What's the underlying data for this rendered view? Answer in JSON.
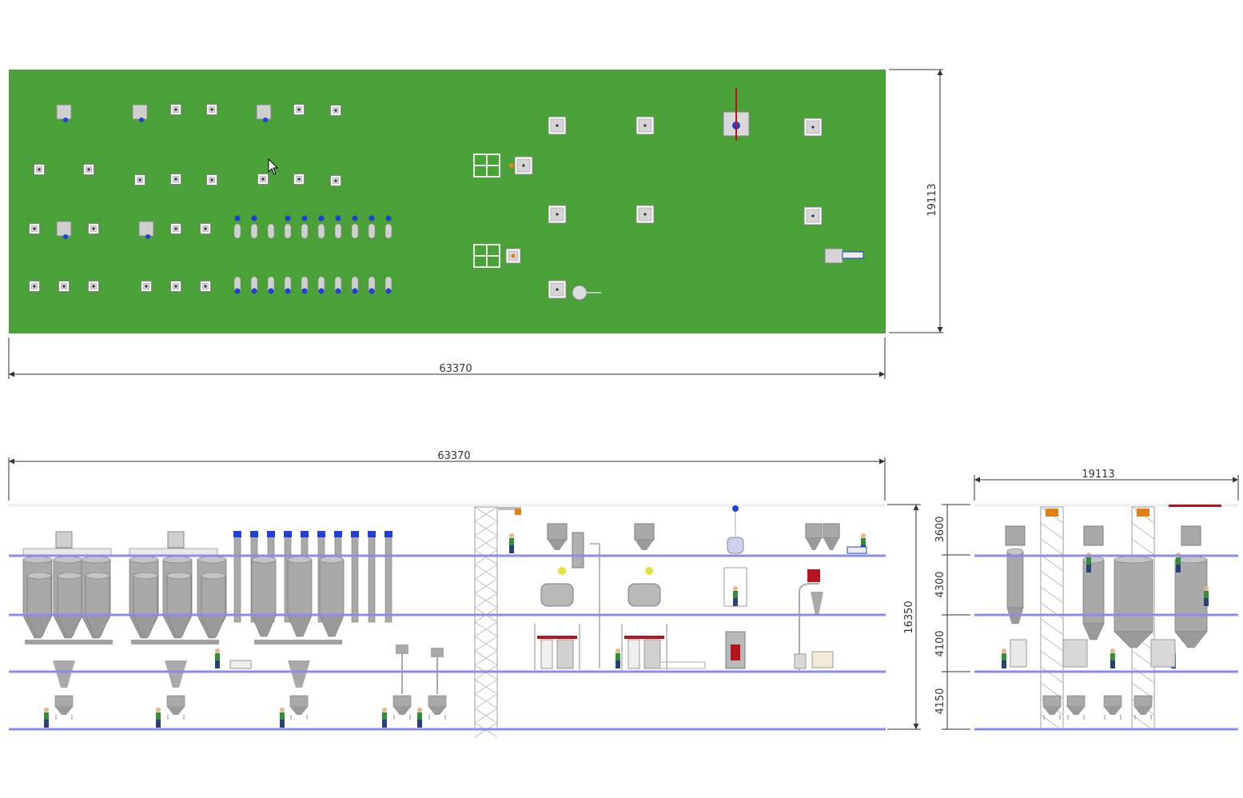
{
  "plan_view": {
    "floor_color": "#4aa137",
    "width_dim": "63370",
    "depth_dim": "19113"
  },
  "front_elevation": {
    "width_dim": "63370",
    "height_dim": "16350",
    "floor_line_color": "#8c8ce8"
  },
  "side_elevation": {
    "width_dim": "19113",
    "level_heights": [
      "3600",
      "4300",
      "4100",
      "4150"
    ]
  },
  "colors": {
    "silo": "#a9a9a9",
    "silo_dark": "#7c7c7c",
    "equipment_blue": "#1f3fd8",
    "frame": "#bdbdbd",
    "worker_shirt": "#2f8f3a",
    "worker_pants": "#2b3f7a",
    "highlight_red": "#b4141e",
    "orange": "#e0801a"
  },
  "icons": {
    "cursor": "mouse-pointer-icon"
  }
}
